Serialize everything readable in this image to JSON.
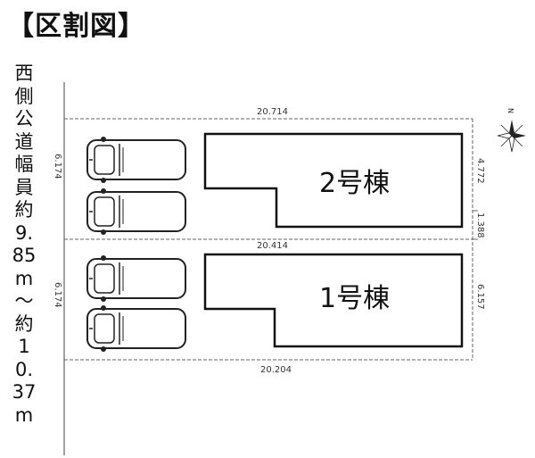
{
  "title": "【区割図】",
  "road_label": "西側公道幅員約9.85m～約10.37m",
  "dimensions": {
    "top": "20.714",
    "middle": "20.414",
    "bottom": "20.204",
    "left_upper": "6.174",
    "left_lower": "6.174",
    "right_upper": "4.772",
    "right_step": "1.388",
    "right_lower": "6.157"
  },
  "lots": [
    {
      "label": "2号棟"
    },
    {
      "label": "1号棟"
    }
  ],
  "north_mark": "N",
  "icons": [
    "car-icon",
    "compass-icon"
  ]
}
